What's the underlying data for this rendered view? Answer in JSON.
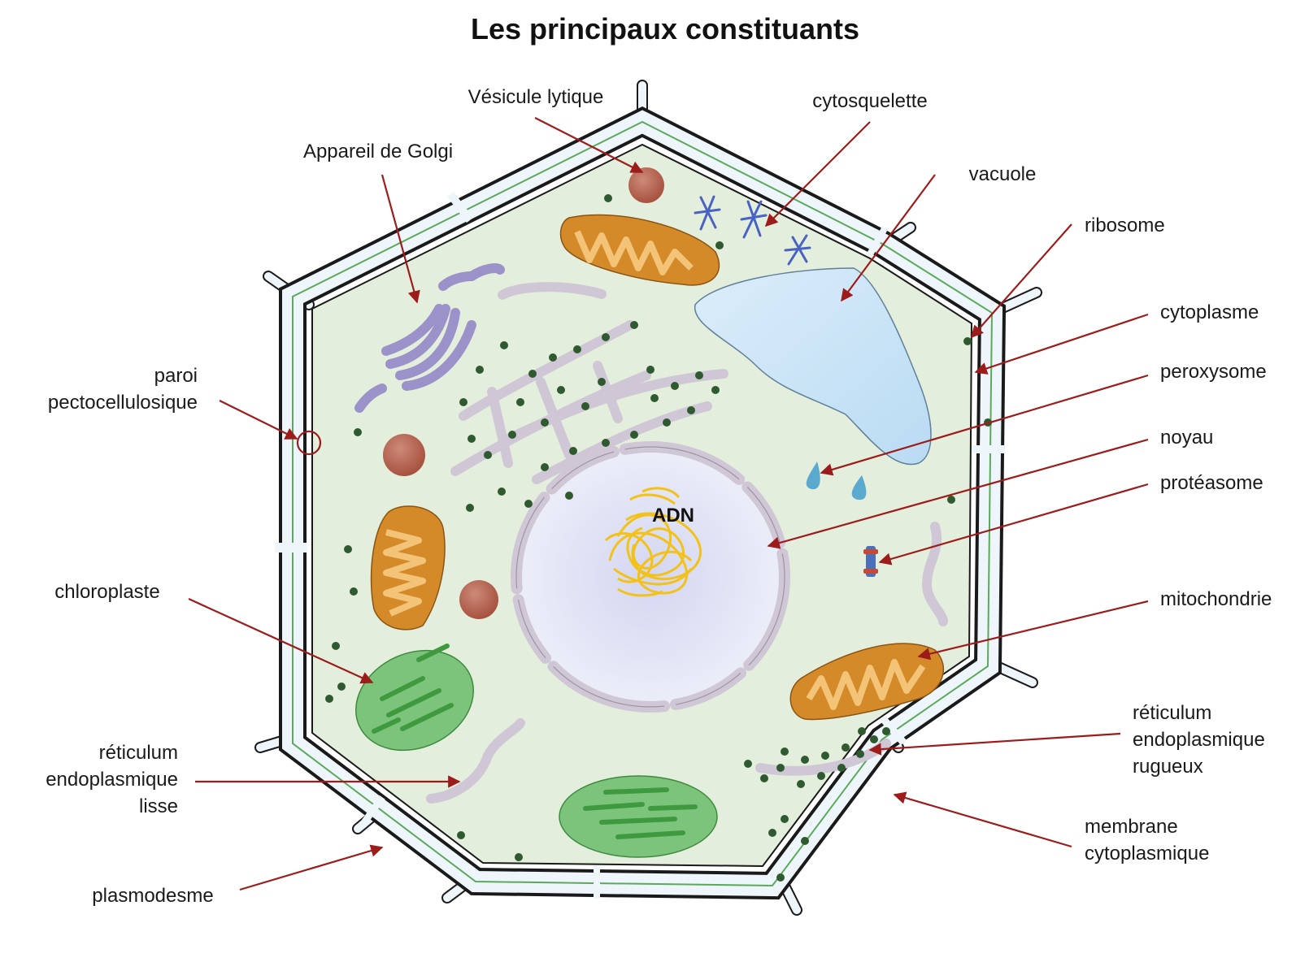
{
  "title": "Les principaux constituants",
  "colors": {
    "arrow": "#9c1c1c",
    "cytoplasm": "#e3efdc",
    "cell_wall": "#eef6fb",
    "wall_line": "#1a1a1a",
    "pectin_line": "#5aaa5a",
    "vacuole": "#cfe6f7",
    "nucleus": "#e4e6f5",
    "mitochondria": "#d58a2a",
    "chloroplast": "#7cc47c",
    "ribosome": "#2f5a2f",
    "er_membrane": "#cfc7d5",
    "golgi": "#9a92c8",
    "lysosome": "#b5634f",
    "dna": "#f2c11a"
  },
  "labels": {
    "vesicule_lytique": "Vésicule lytique",
    "cytosquelette": "cytosquelette",
    "appareil_golgi": "Appareil de Golgi",
    "vacuole": "vacuole",
    "ribosome": "ribosome",
    "cytoplasme": "cytoplasme",
    "paroi_1": "paroi",
    "paroi_2": "pectocellulosique",
    "peroxysome": "peroxysome",
    "noyau": "noyau",
    "proteasome": "protéasome",
    "adn": "ADN",
    "chloroplaste": "chloroplaste",
    "mitochondrie": "mitochondrie",
    "rer_1": "réticulum",
    "rer_2": "endoplasmique",
    "rer_3": "rugueux",
    "rel_1": "réticulum",
    "rel_2": "endoplasmique",
    "rel_3": "lisse",
    "membrane_1": "membrane",
    "membrane_2": "cytoplasmique",
    "plasmodesme": "plasmodesme"
  },
  "icons": [
    "lytic-vesicle-icon",
    "cytoskeleton-icon",
    "golgi-icon",
    "vacuole-icon",
    "ribosome-icon",
    "peroxisome-icon",
    "nucleus-icon",
    "proteasome-icon",
    "dna-icon",
    "chloroplast-icon",
    "mitochondrion-icon",
    "rough-er-icon",
    "smooth-er-icon",
    "plasmodesma-icon"
  ]
}
